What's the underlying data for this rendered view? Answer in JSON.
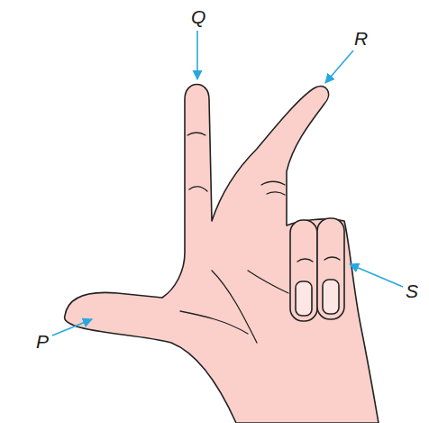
{
  "diagram": {
    "labels": [
      "Q",
      "R",
      "S",
      "P"
    ]
  }
}
